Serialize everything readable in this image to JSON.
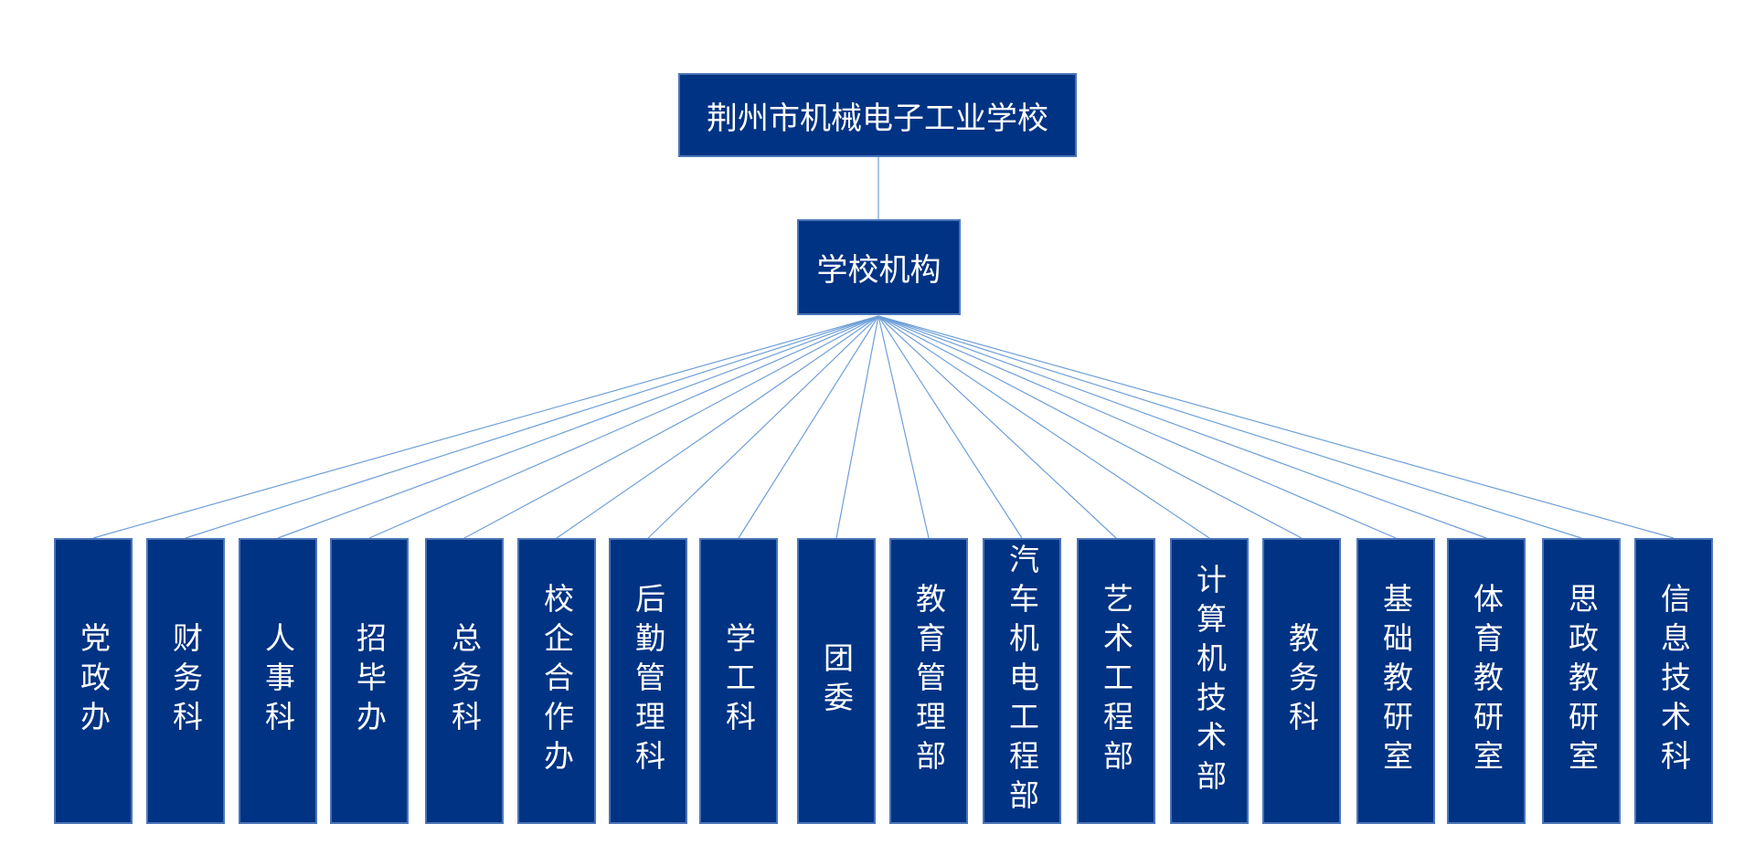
{
  "root": {
    "label": "荆州市机械电子工业学校"
  },
  "middle": {
    "label": "学校机构"
  },
  "departments": [
    {
      "label": "党政办"
    },
    {
      "label": "财务科"
    },
    {
      "label": "人事科"
    },
    {
      "label": "招毕办"
    },
    {
      "label": "总务科"
    },
    {
      "label": "校企合作办"
    },
    {
      "label": "后勤管理科"
    },
    {
      "label": "学工科"
    },
    {
      "label": "团委"
    },
    {
      "label": "教育管理部"
    },
    {
      "label": "汽车机电工程部"
    },
    {
      "label": "艺术工程部"
    },
    {
      "label": "计算机技术部"
    },
    {
      "label": "教务科"
    },
    {
      "label": "基础教研室"
    },
    {
      "label": "体育教研室"
    },
    {
      "label": "思政教研室"
    },
    {
      "label": "信息技术科"
    }
  ],
  "colors": {
    "box": "#003383",
    "border": "#4a74b8",
    "line": "#6f9fd8"
  }
}
